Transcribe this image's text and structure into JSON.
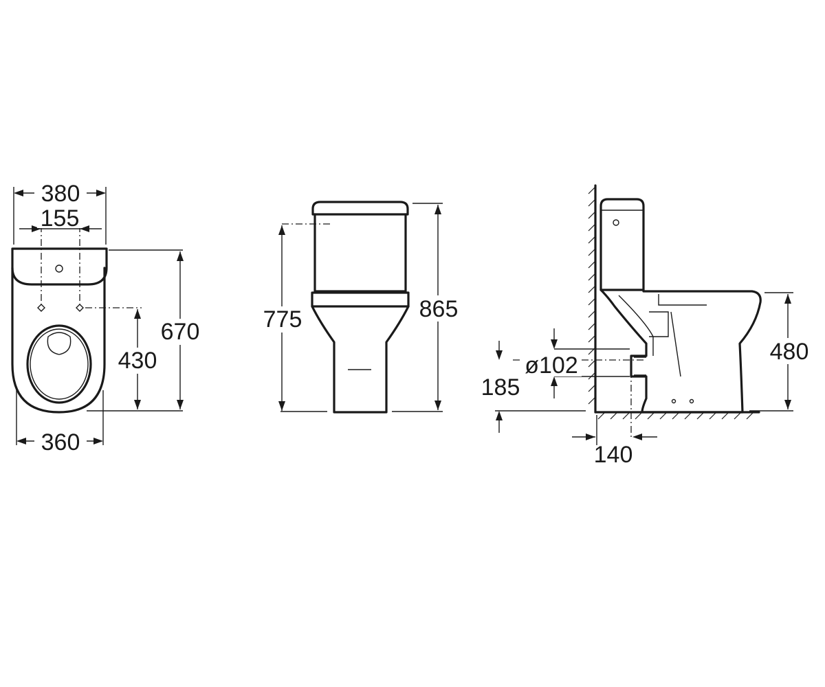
{
  "dimensions": {
    "top_view": {
      "overall_width": "380",
      "fixing_centres": "155",
      "depth": "670",
      "fixing_to_rear": "430",
      "base_width": "360"
    },
    "front_view": {
      "seat_height_label": "775",
      "overall_height": "865"
    },
    "side_view": {
      "outlet_diameter": "ø102",
      "outlet_height": "185",
      "pan_height": "480",
      "wall_to_outlet": "140"
    }
  }
}
